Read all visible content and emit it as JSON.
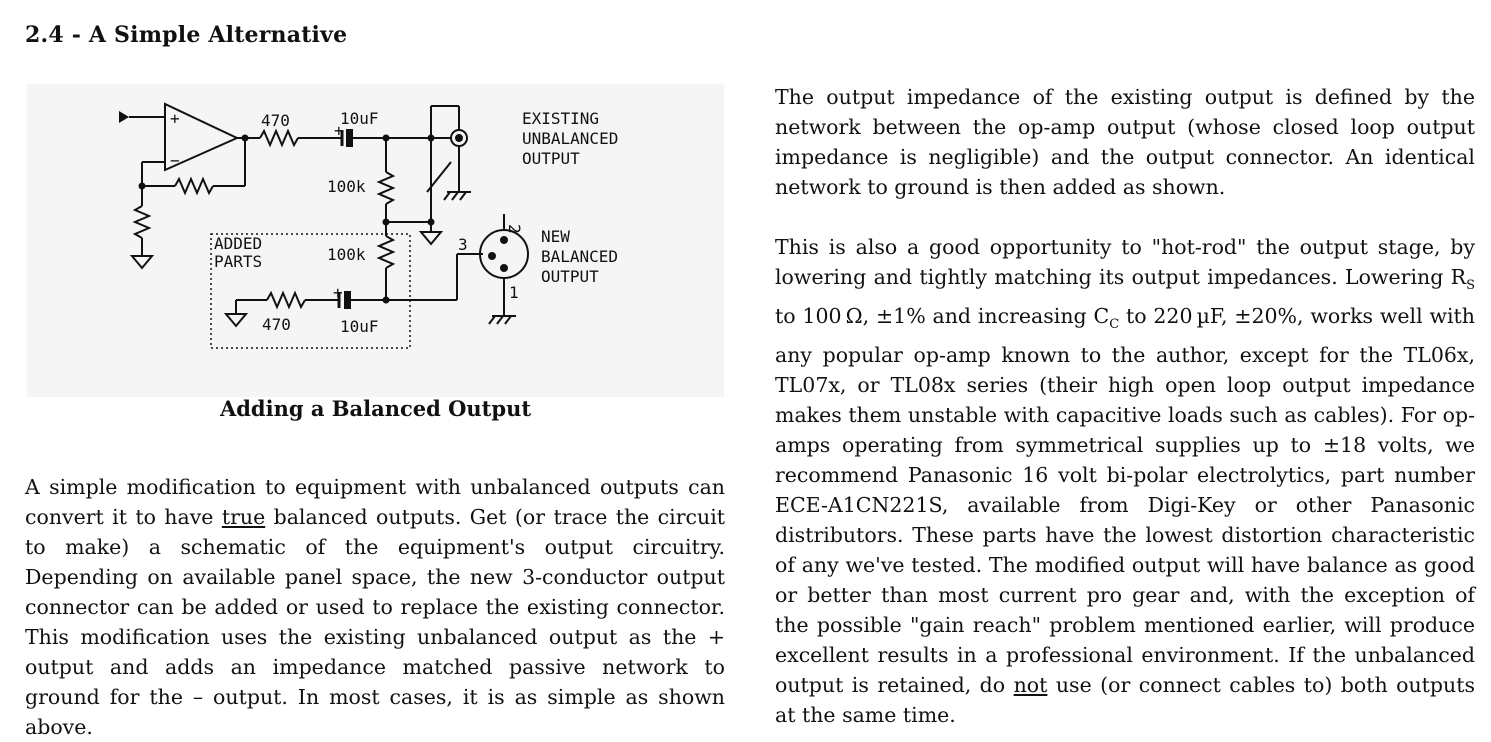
{
  "heading": "2.4 - A Simple Alternative",
  "figure": {
    "caption": "Adding a Balanced Output",
    "labels": {
      "r_series_top": "470",
      "c_series_top": "10uF",
      "existing_1": "EXISTING",
      "existing_2": "UNBALANCED",
      "existing_3": "OUTPUT",
      "r_shunt_top": "100k",
      "added_1": "ADDED",
      "added_2": "PARTS",
      "r_shunt_bottom": "100k",
      "new_1": "NEW",
      "new_2": "BALANCED",
      "new_3": "OUTPUT",
      "r_series_bottom": "470",
      "c_series_bottom": "10uF",
      "pin_2": "2",
      "pin_3": "3",
      "pin_1": "1",
      "opamp_plus": "+",
      "opamp_minus": "−",
      "cap_plus_top": "+",
      "cap_plus_bottom": "+"
    }
  },
  "left_paragraph": {
    "part1": "A simple modification to equipment with unbalanced outputs can convert it to have ",
    "underlined": "true",
    "part2": " balanced outputs. Get (or trace the circuit to make) a schematic of the equipment's output circuitry. Depending on available panel space, the new 3-conductor output connector can be added or used to replace the existing connector. This modification uses the existing unbalanced output as the + output and adds an impedance matched passive network to ground for the – output. In most cases, it is as simple as shown above."
  },
  "right_paragraph_1": "The output impedance of the existing output is defined by the network between the op-amp output (whose closed loop output impedance is negligible) and the output connector. An identical network to ground is then added as shown.",
  "right_paragraph_2": {
    "part1": "This is also a good opportunity to \"hot-rod\" the output stage, by lowering and tightly matching its output impedances. Lowering R",
    "sub_s": "S",
    "part2": " to 100 Ω, ±1% and increasing C",
    "sub_c": "C",
    "part3": " to 220 µF, ±20%, works well with any popular op-amp known to the author, except for the TL06x, TL07x, or TL08x series (their high open loop output impedance makes them unstable with capacitive loads such as cables). For op-amps operating from symmetrical supplies up to ±18 volts, we recommend Panasonic 16 volt bi-polar electrolytics, part number ECE-A1CN221S, available from Digi-Key or other Panasonic distributors. These parts have the lowest distortion characteristic of any we've tested. The modified output will have balance as good or better than most current pro gear and, with the exception of the possible \"gain reach\" problem mentioned earlier, will produce excellent results in a professional environment. If the unbalanced output is retained, do ",
    "underlined": "not",
    "part4": " use (or connect cables to) both outputs at the same time."
  }
}
